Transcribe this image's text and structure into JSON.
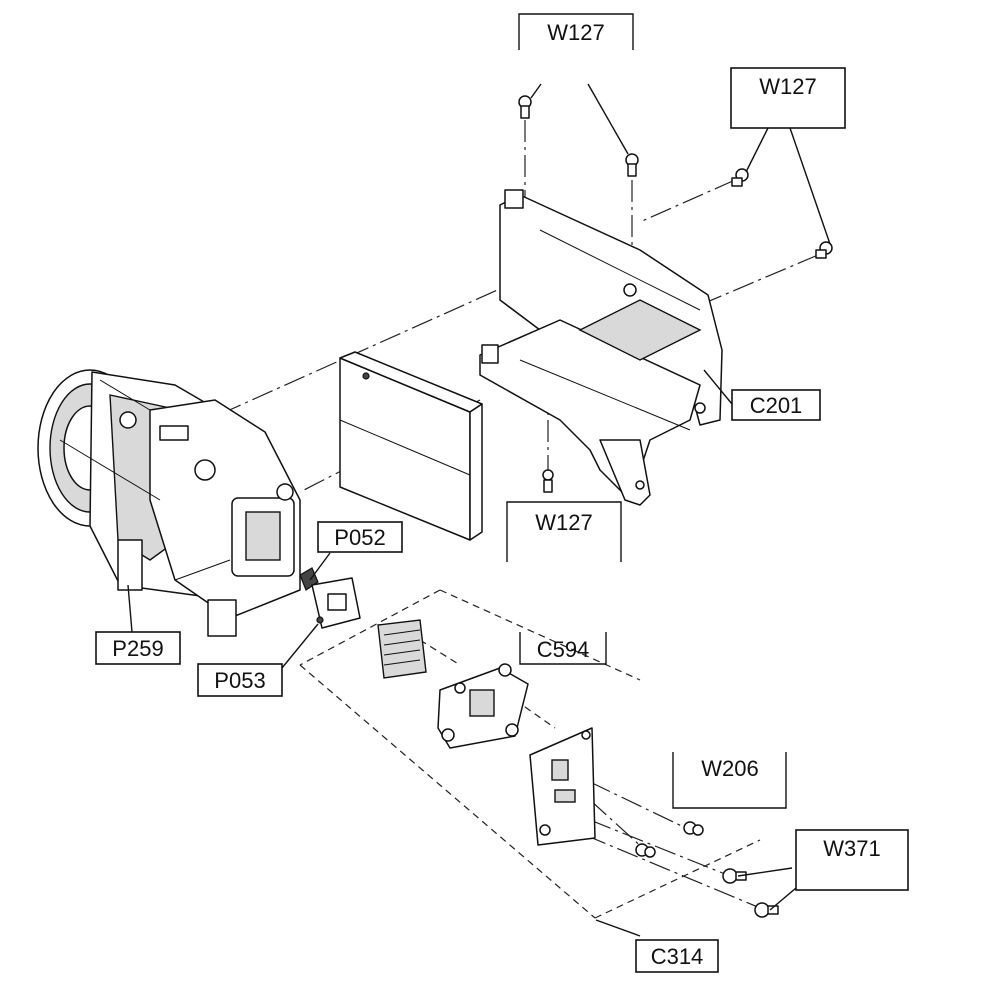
{
  "callouts": {
    "w127_top": "W127",
    "w127_right": "W127",
    "w127_bottom": "W127",
    "c201": "C201",
    "p052": "P052",
    "p259": "P259",
    "p053": "P053",
    "c594": "C594",
    "w206": "W206",
    "w371": "W371",
    "c314": "C314"
  }
}
